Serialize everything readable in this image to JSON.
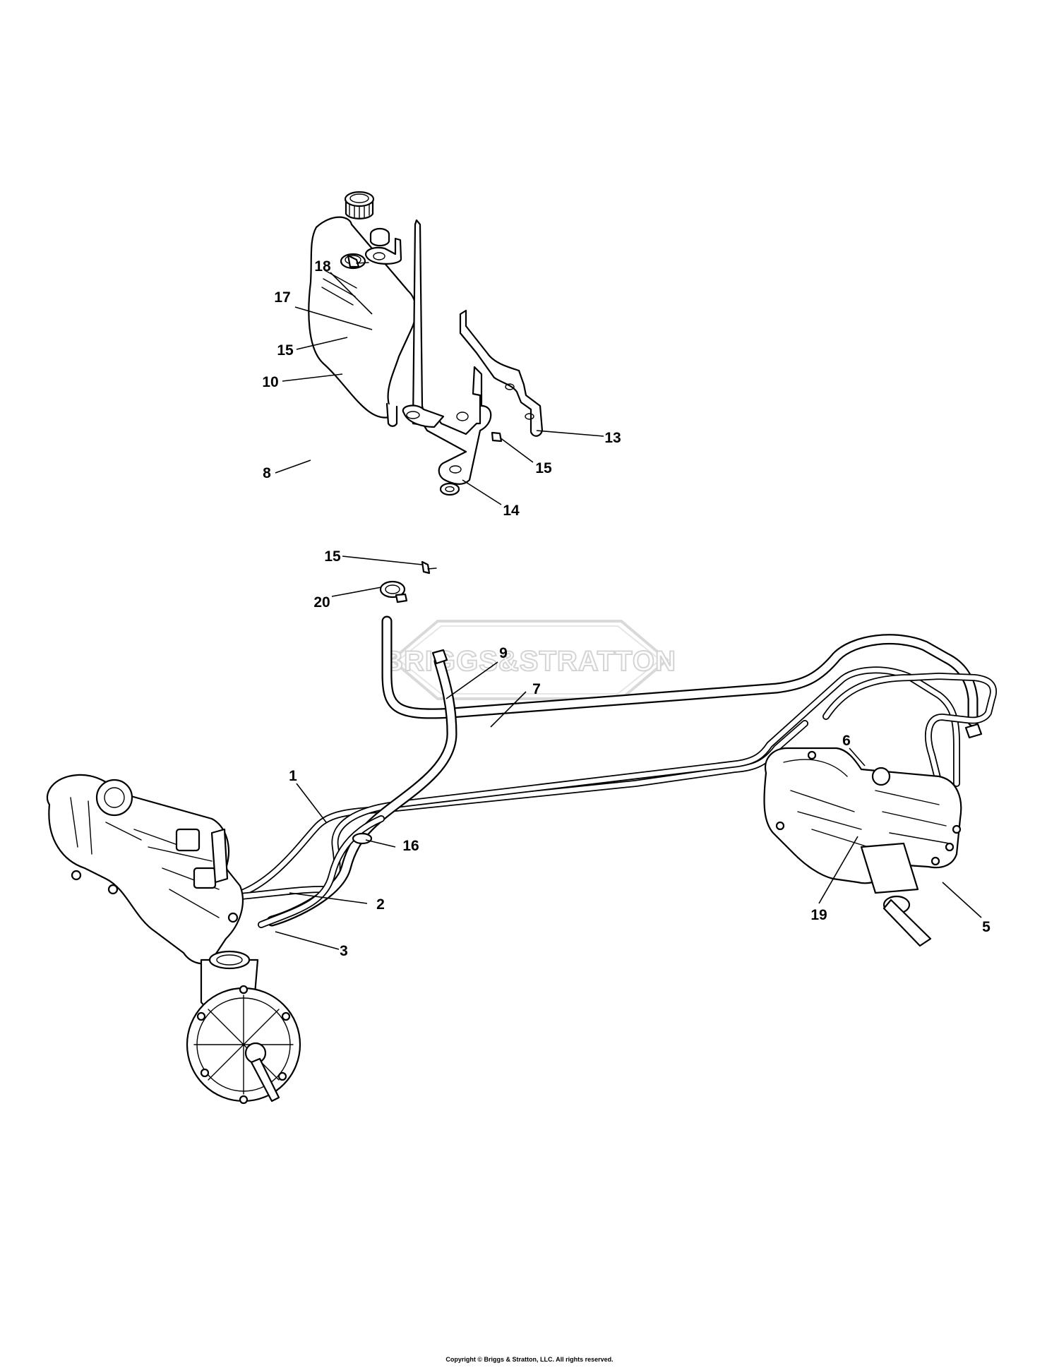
{
  "watermark": {
    "text": "BRIGGS&STRATTON"
  },
  "callouts": [
    {
      "id": "c1",
      "label": "1"
    },
    {
      "id": "c2",
      "label": "2"
    },
    {
      "id": "c3",
      "label": "3"
    },
    {
      "id": "c5",
      "label": "5"
    },
    {
      "id": "c6",
      "label": "6"
    },
    {
      "id": "c7",
      "label": "7"
    },
    {
      "id": "c8",
      "label": "8"
    },
    {
      "id": "c9",
      "label": "9"
    },
    {
      "id": "c10",
      "label": "10"
    },
    {
      "id": "c13",
      "label": "13"
    },
    {
      "id": "c14",
      "label": "14"
    },
    {
      "id": "c15a",
      "label": "15"
    },
    {
      "id": "c15b",
      "label": "15"
    },
    {
      "id": "c15c",
      "label": "15"
    },
    {
      "id": "c16",
      "label": "16"
    },
    {
      "id": "c17",
      "label": "17"
    },
    {
      "id": "c18",
      "label": "18"
    },
    {
      "id": "c19",
      "label": "19"
    },
    {
      "id": "c20",
      "label": "20"
    }
  ],
  "footer": {
    "copyright": "Copyright © Briggs & Stratton, LLC. All rights reserved."
  }
}
